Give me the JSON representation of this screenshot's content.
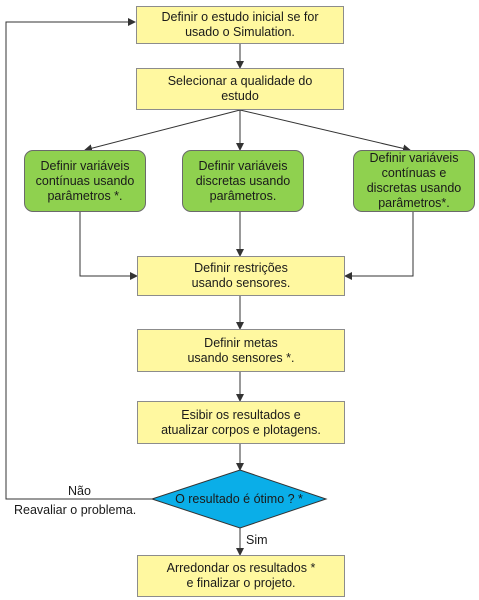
{
  "nodes": {
    "define_initial_study": "Definir o estudo inicial se for\nusado o Simulation.",
    "select_study_quality": "Selecionar a qualidade do\nestudo",
    "define_continuous_vars": "Definir variáveis\ncontínuas usando\nparâmetros *.",
    "define_discrete_vars": "Definir variáveis\ndiscretas usando\nparâmetros.",
    "define_cont_disc_vars": "Definir variáveis\ncontínuas e\ndiscretas usando\nparâmetros*.",
    "define_constraints": "Definir restrições\nusando sensores.",
    "define_goals": "Definir metas\nusando sensores *.",
    "show_results": "Esibir os resultados e\natualizar corpos e plotagens.",
    "is_optimal_question": "O resultado é ótimo ? *",
    "round_results": "Arredondar os resultados *\ne finalizar o projeto."
  },
  "edge_labels": {
    "no": "Não",
    "reevaluate": "Reavaliar o problema.",
    "yes": "Sim"
  },
  "colors": {
    "process_fill": "#fff8a0",
    "parameter_fill": "#8fd14f",
    "decision_fill": "#0aaee8",
    "line": "#333333"
  }
}
